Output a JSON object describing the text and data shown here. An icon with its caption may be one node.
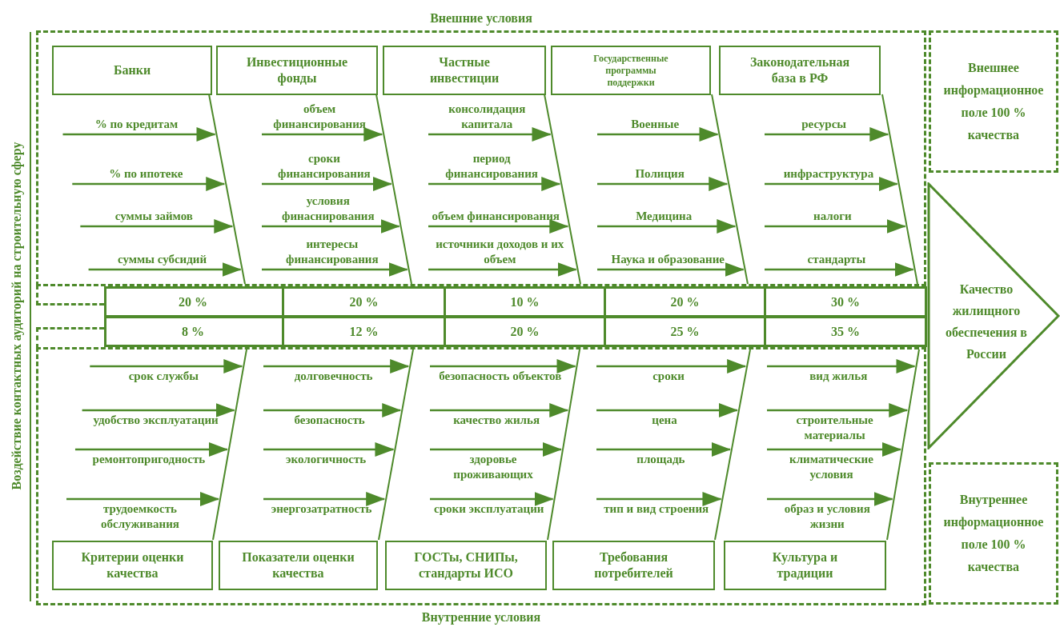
{
  "diagram": {
    "nodes": [
      {
        "text": [
          "Внешние условия"
        ]
      },
      {
        "text": [
          "Банки"
        ],
        "in": 0
      },
      {
        "text": [
          "Инвестиционные фонды"
        ],
        "in": 0
      },
      {
        "text": [
          "Частные инвестиции"
        ],
        "in": 0
      },
      {
        "text": [
          "Государственные программы поддержки"
        ],
        "in": 0
      },
      {
        "text": [
          "Законодательная база в РФ"
        ],
        "in": 0
      },
      {
        "text": [],
        "shape": "line",
        "in": 0
      },
      {
        "text": [],
        "shape": "line",
        "in": 0
      },
      {
        "text": [],
        "shape": "line",
        "in": 0
      },
      {
        "text": [],
        "shape": "line",
        "in": 0
      },
      {
        "text": [],
        "shape": "line",
        "in": 0
      },
      {
        "text": [
          "Внешнее информационное поле 100 % качества"
        ]
      },
      {
        "text": [],
        "shape": "bar"
      },
      {
        "text": [
          "20 %"
        ],
        "in": 12
      },
      {
        "text": [
          "20 %"
        ],
        "in": 12
      },
      {
        "text": [
          "10 %"
        ],
        "in": 12
      },
      {
        "text": [
          "20 %"
        ],
        "in": 12
      },
      {
        "text": [
          "30 %"
        ],
        "in": 12
      },
      {
        "text": [
          "8 %"
        ],
        "in": 12
      },
      {
        "text": [
          "12 %"
        ],
        "in": 12
      },
      {
        "text": [
          "20 %"
        ],
        "in": 12
      },
      {
        "text": [
          "25 %"
        ],
        "in": 12
      },
      {
        "text": [
          "35 %"
        ],
        "in": 12
      },
      {
        "text": [
          "Качество жилищного обеспечения в России"
        ]
      },
      {
        "text": [
          "Внутренние условия"
        ]
      },
      {
        "text": [],
        "shape": "line",
        "in": 24
      },
      {
        "text": [],
        "shape": "line",
        "in": 24
      },
      {
        "text": [],
        "shape": "line",
        "in": 24
      },
      {
        "text": [],
        "shape": "line",
        "in": 24
      },
      {
        "text": [],
        "shape": "line",
        "in": 24
      },
      {
        "text": [
          "Критерии оценки качества"
        ],
        "in": 24
      },
      {
        "text": [
          "Показатели оценки качества"
        ],
        "in": 24
      },
      {
        "text": [
          "ГОСТы, СНИПы, стандарты ИСО"
        ],
        "in": 24
      },
      {
        "text": [
          "Требования потребителей"
        ],
        "in": 24
      },
      {
        "text": [
          "Культура и традиции"
        ],
        "in": 24
      },
      {
        "text": [
          "Внутреннее информационное поле 100 % качества"
        ]
      }
    ],
    "edges": [
      {
        "from": null,
        "to": 6,
        "arrow": "to",
        "label": "% по кредитам"
      },
      {
        "from": null,
        "to": 6,
        "arrow": "to",
        "label": "% по ипотеке"
      },
      {
        "from": null,
        "to": 6,
        "arrow": "to",
        "label": "суммы займов"
      },
      {
        "from": null,
        "to": 6,
        "arrow": "to",
        "label": "суммы субсидий"
      },
      {
        "from": null,
        "to": 7,
        "arrow": "to",
        "label": "объем финансирования"
      },
      {
        "from": null,
        "to": 7,
        "arrow": "to",
        "label": "сроки финансирования"
      },
      {
        "from": null,
        "to": 7,
        "arrow": "to",
        "label": "условия финаснирования"
      },
      {
        "from": null,
        "to": 7,
        "arrow": "to",
        "label": "интересы финансирования"
      },
      {
        "from": null,
        "to": 8,
        "arrow": "to",
        "label": "консолидация капитала"
      },
      {
        "from": null,
        "to": 8,
        "arrow": "to",
        "label": "период финансирования"
      },
      {
        "from": null,
        "to": 8,
        "arrow": "to",
        "label": "объем финансирования"
      },
      {
        "from": null,
        "to": 8,
        "arrow": "to",
        "label": "источники доходов и их объем"
      },
      {
        "from": null,
        "to": 9,
        "arrow": "to",
        "label": "Военные"
      },
      {
        "from": null,
        "to": 9,
        "arrow": "to",
        "label": "Полиция"
      },
      {
        "from": null,
        "to": 9,
        "arrow": "to",
        "label": "Медицина"
      },
      {
        "from": null,
        "to": 9,
        "arrow": "to",
        "label": "Наука и образование"
      },
      {
        "from": null,
        "to": 10,
        "arrow": "to",
        "label": "ресурсы"
      },
      {
        "from": null,
        "to": 10,
        "arrow": "to",
        "label": "инфраструктура"
      },
      {
        "from": null,
        "to": 10,
        "arrow": "to",
        "label": "налоги"
      },
      {
        "from": null,
        "to": 10,
        "arrow": "to",
        "label": "стандарты"
      },
      {
        "from": null,
        "to": 25,
        "arrow": "to",
        "label": "срок службы"
      },
      {
        "from": null,
        "to": 25,
        "arrow": "to",
        "label": "удобство эксплуатации"
      },
      {
        "from": null,
        "to": 25,
        "arrow": "to",
        "label": "ремонтопригодность"
      },
      {
        "from": null,
        "to": 25,
        "arrow": "to",
        "label": "трудоемкость обслуживания"
      },
      {
        "from": null,
        "to": 26,
        "arrow": "to",
        "label": "долговечность"
      },
      {
        "from": null,
        "to": 26,
        "arrow": "to",
        "label": "безопасность"
      },
      {
        "from": null,
        "to": 26,
        "arrow": "to",
        "label": "экологичность"
      },
      {
        "from": null,
        "to": 26,
        "arrow": "to",
        "label": "энергозатратность"
      },
      {
        "from": null,
        "to": 27,
        "arrow": "to",
        "label": "безопасность объектов"
      },
      {
        "from": null,
        "to": 27,
        "arrow": "to",
        "label": "качество жилья"
      },
      {
        "from": null,
        "to": 27,
        "arrow": "to",
        "label": "здоровье проживающих"
      },
      {
        "from": null,
        "to": 27,
        "arrow": "to",
        "label": "сроки эксплуатации"
      },
      {
        "from": null,
        "to": 28,
        "arrow": "to",
        "label": "сроки"
      },
      {
        "from": null,
        "to": 28,
        "arrow": "to",
        "label": "цена"
      },
      {
        "from": null,
        "to": 28,
        "arrow": "to",
        "label": "площадь"
      },
      {
        "from": null,
        "to": 28,
        "arrow": "to",
        "label": "тип и вид строения"
      },
      {
        "from": null,
        "to": 29,
        "arrow": "to",
        "label": "вид жилья"
      },
      {
        "from": null,
        "to": 29,
        "arrow": "to",
        "label": "строительные материалы"
      },
      {
        "from": null,
        "to": 29,
        "arrow": "to",
        "label": "климатические условия"
      },
      {
        "from": null,
        "to": 29,
        "arrow": "to",
        "label": "образ и условия жизни"
      }
    ],
    "labels": [
      "Воздействие контактных аудиторий на строительную сферу"
    ]
  }
}
